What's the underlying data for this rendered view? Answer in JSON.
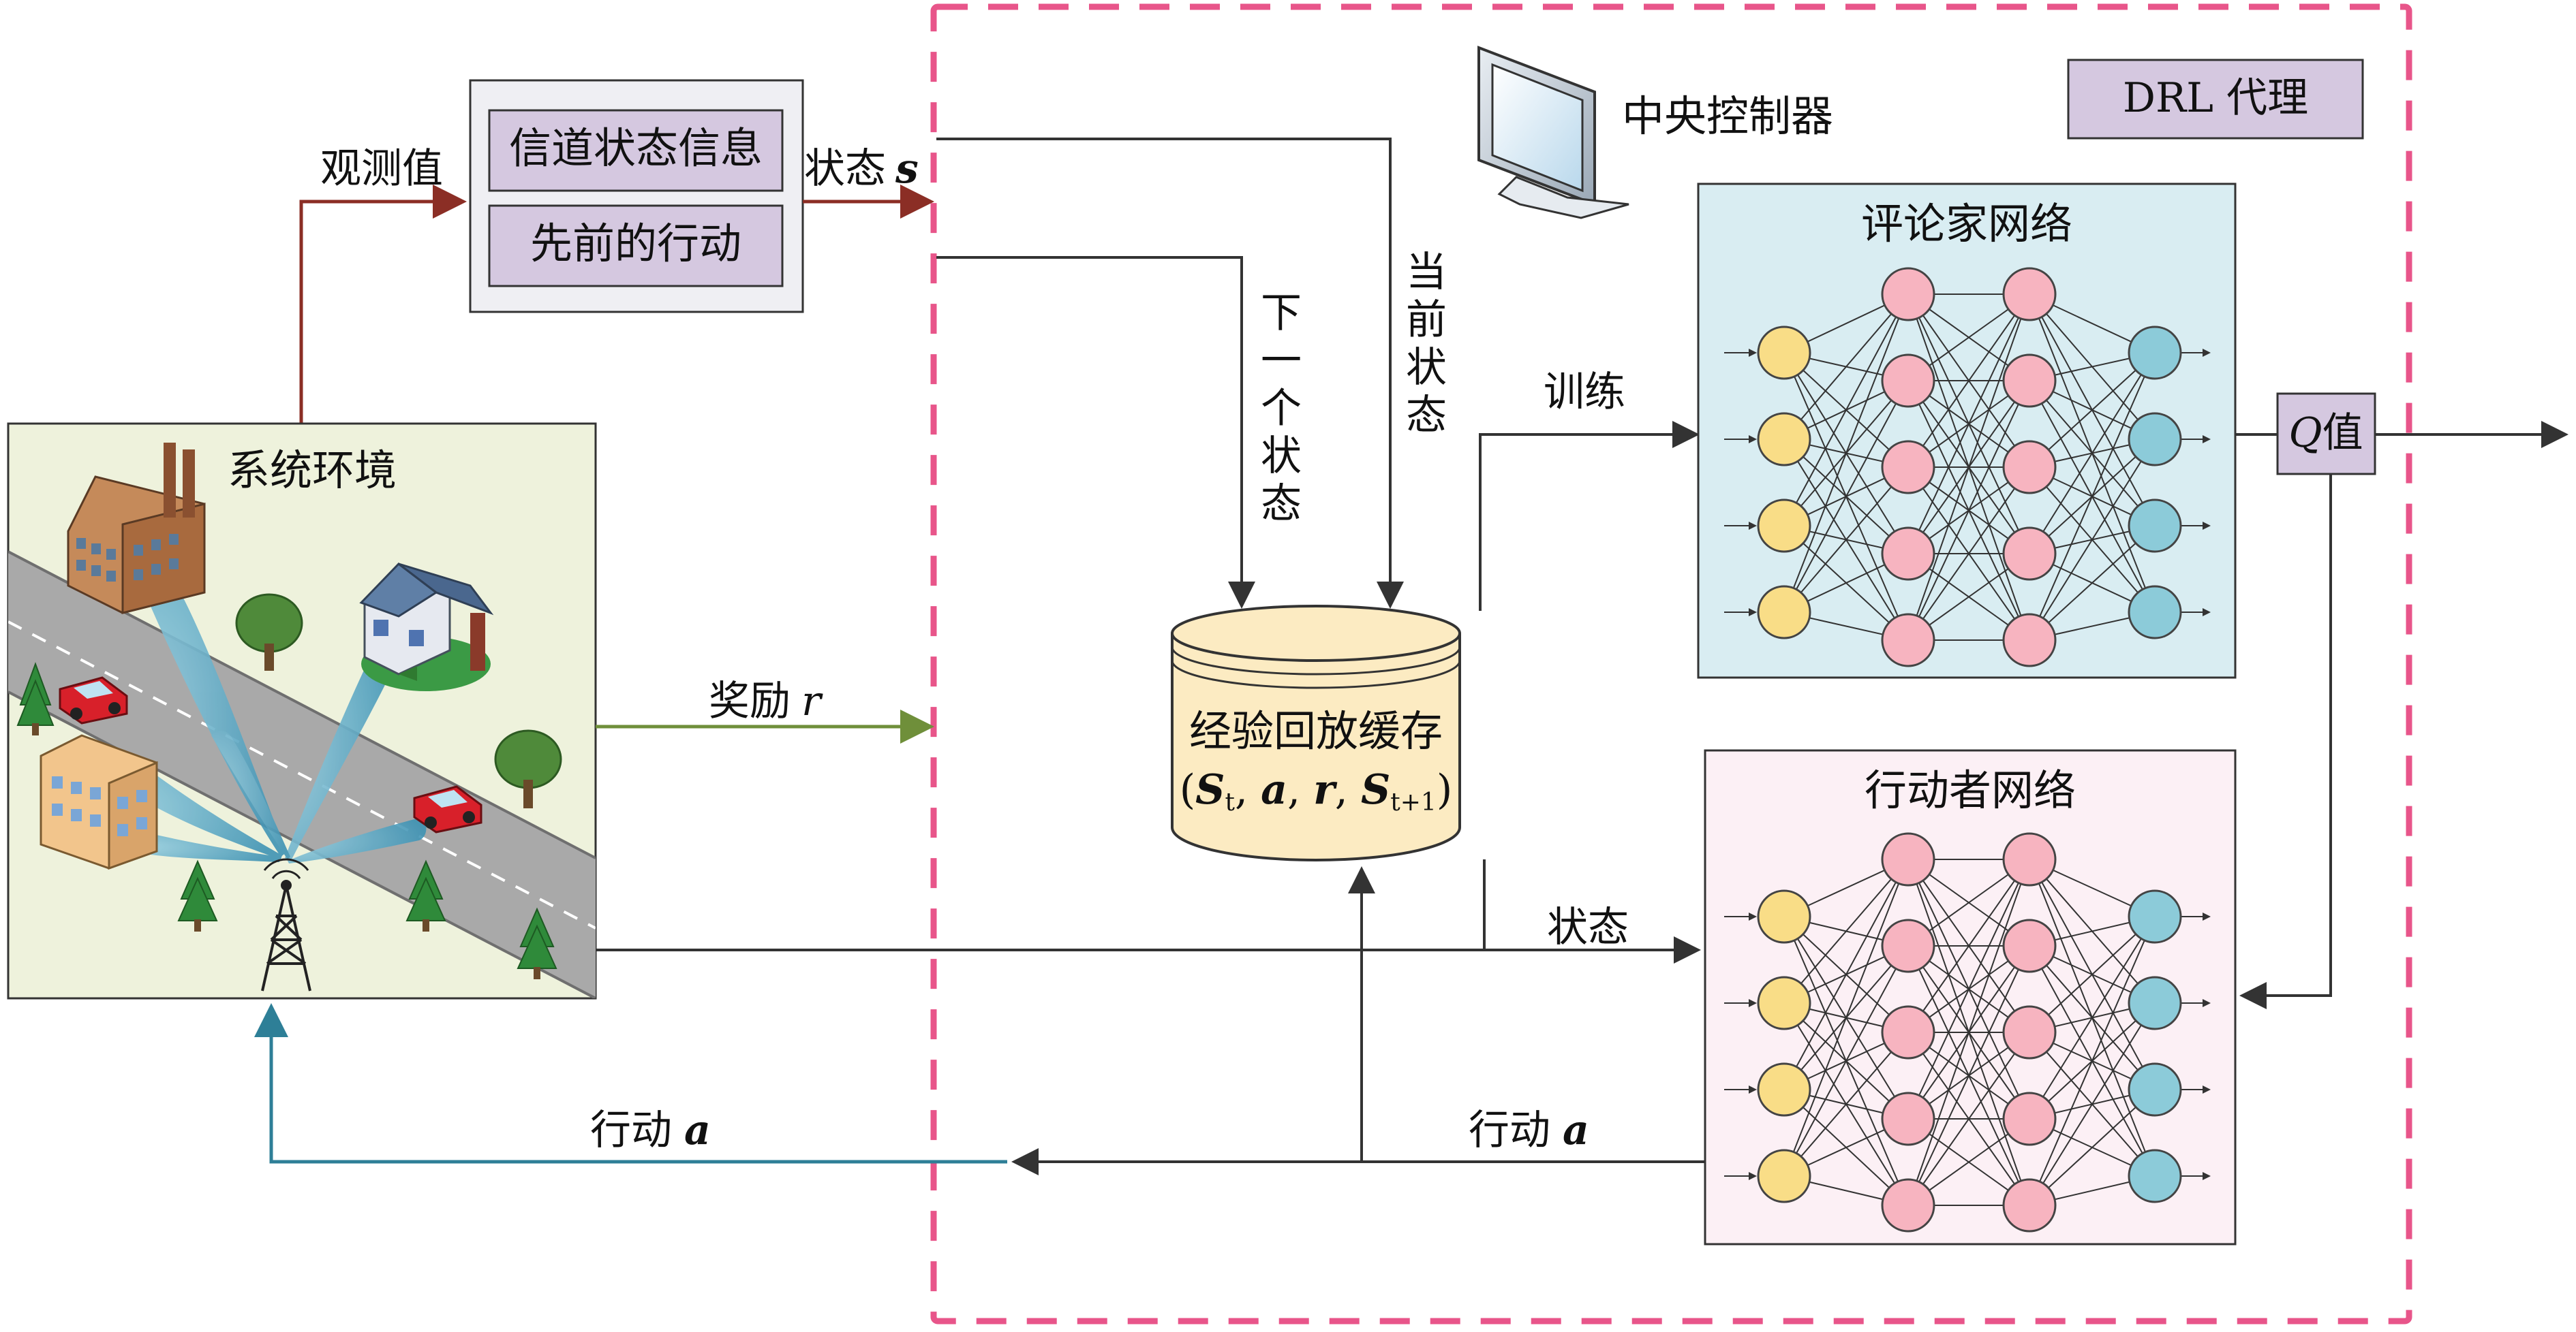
{
  "labels": {
    "observation": "观测值",
    "state_s_prefix": "状态",
    "state_s_symbol": "s",
    "reward_prefix": "奖励",
    "reward_symbol": "r",
    "system_env": "系统环境",
    "central_controller": "中央控制器",
    "drl_agent": "DRL 代理",
    "critic_network": "评论家网络",
    "actor_network": "行动者网络",
    "train": "训练",
    "state": "状态",
    "q_symbol": "Q",
    "q_suffix": "值",
    "action_left_prefix": "行动",
    "action_right_prefix": "行动",
    "action_symbol": "a"
  },
  "obs_box": {
    "item1": "信道状态信息",
    "item2": "先前的行动"
  },
  "vertical": {
    "next_state": [
      "下",
      "一",
      "个",
      "状",
      "态"
    ],
    "current_state": [
      "当",
      "前",
      "状",
      "态"
    ]
  },
  "buffer": {
    "title": "经验回放缓存",
    "S": "S",
    "t": "t",
    "a": "a",
    "r": "r",
    "t1": "t+1"
  },
  "colors": {
    "dashed_border": "#e8558a",
    "obs_arrow": "#8b2e25",
    "reward_arrow": "#6f8f3a",
    "action_arrow": "#2e7f97",
    "line": "#333333",
    "critic_fill": "#d9edf2",
    "actor_fill": "#fcf0f5",
    "env_fill": "#eef2dc",
    "buffer_fill": "#fcebc2",
    "purple": "#d5c8e0",
    "node_yellow": "#f9dd87",
    "node_pink": "#f7b4c0",
    "node_blue": "#8ccbd9"
  },
  "icons": [
    "monitor-icon",
    "factory-icon",
    "house-icon",
    "apartment-icon",
    "car-icon",
    "tree-icon",
    "cell-tower-icon"
  ]
}
